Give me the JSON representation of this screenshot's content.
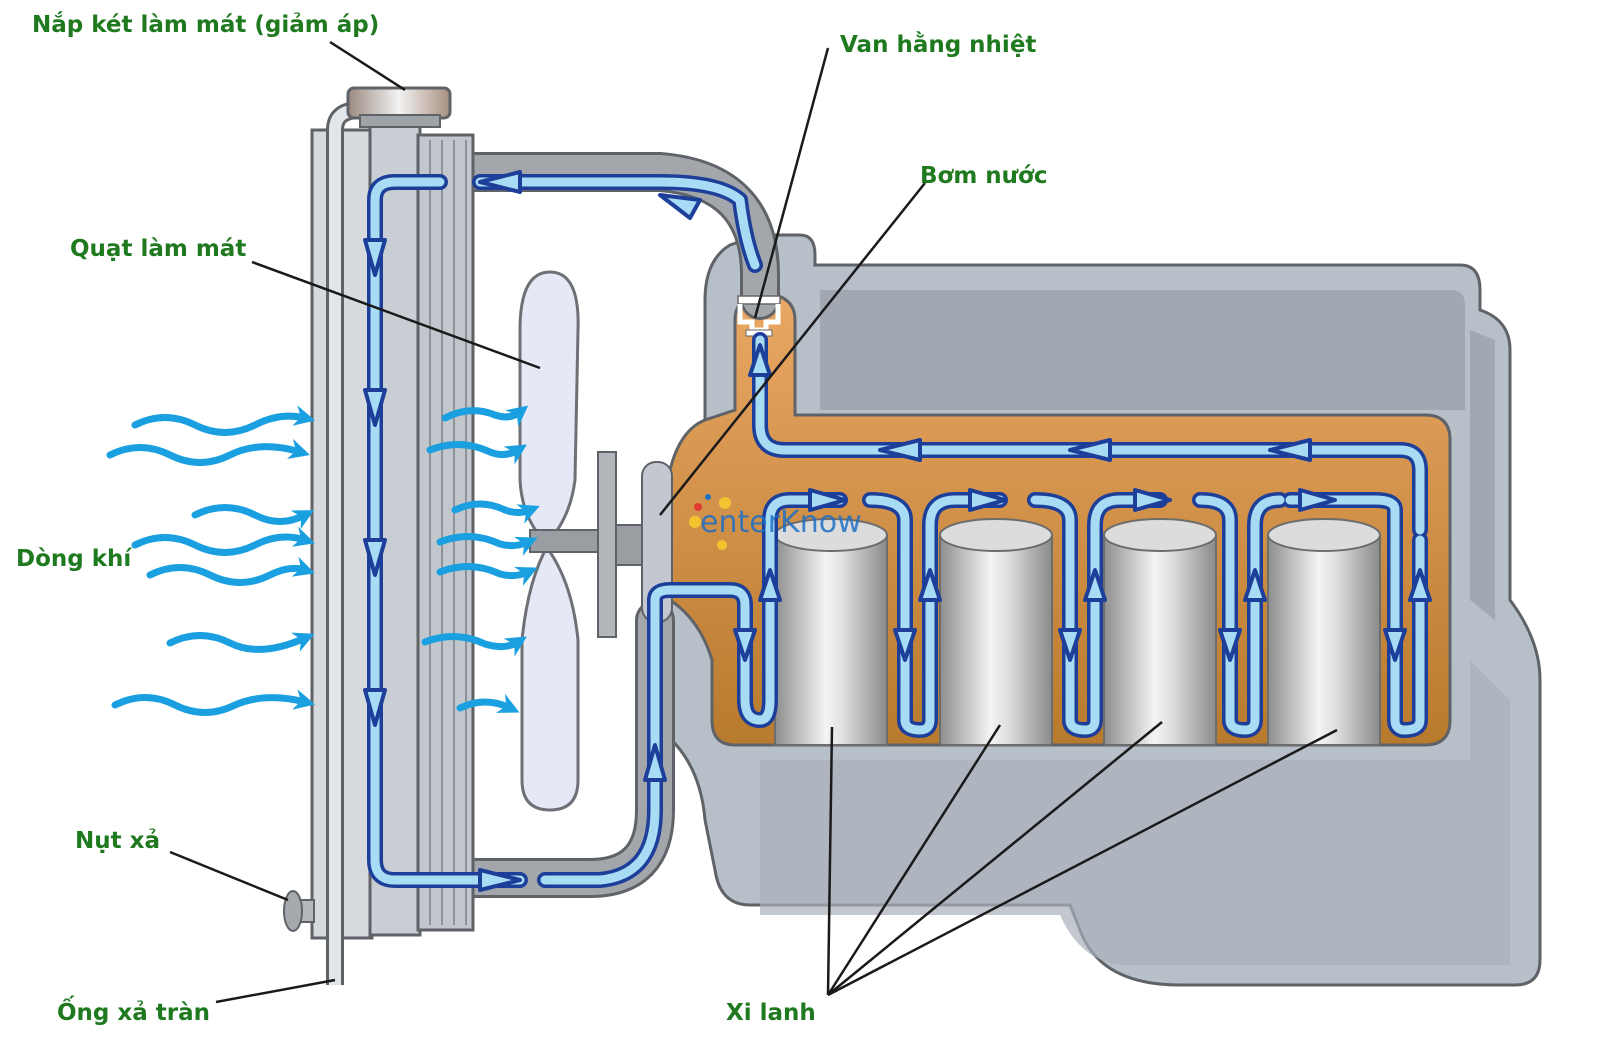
{
  "title": "Hệ thống làm mát động cơ",
  "colors": {
    "label_text": "#1f7a1f",
    "leader_line": "#1a1a1a",
    "coolant_fill": "#a8dcf5",
    "coolant_outline": "#1d3f9a",
    "airflow": "#1aa0e0",
    "engine_block": "#b7bfc8",
    "engine_block_inner": "#a1a8b2",
    "water_jacket": "#b87a2c",
    "water_jacket_light": "#e3a25f",
    "radiator": "#d6dadf",
    "hose": "#9c9fa4",
    "cylinder": "#c9c9c9",
    "fan": "#e4e9f5"
  },
  "labels": {
    "radiator_cap": "Nắp két làm mát (giảm áp)",
    "thermostat": "Van hằng nhiệt",
    "water_pump": "Bơm nước",
    "cooling_fan": "Quạt làm mát",
    "airflow": "Dòng khí",
    "drain_plug": "Nụt xả",
    "overflow_tube": "Ống xả tràn",
    "cylinders": "Xi lanh"
  },
  "watermark": {
    "text": "enterKnow"
  },
  "cylinders": [
    {
      "name": "cylinder-1"
    },
    {
      "name": "cylinder-2"
    },
    {
      "name": "cylinder-3"
    },
    {
      "name": "cylinder-4"
    }
  ]
}
